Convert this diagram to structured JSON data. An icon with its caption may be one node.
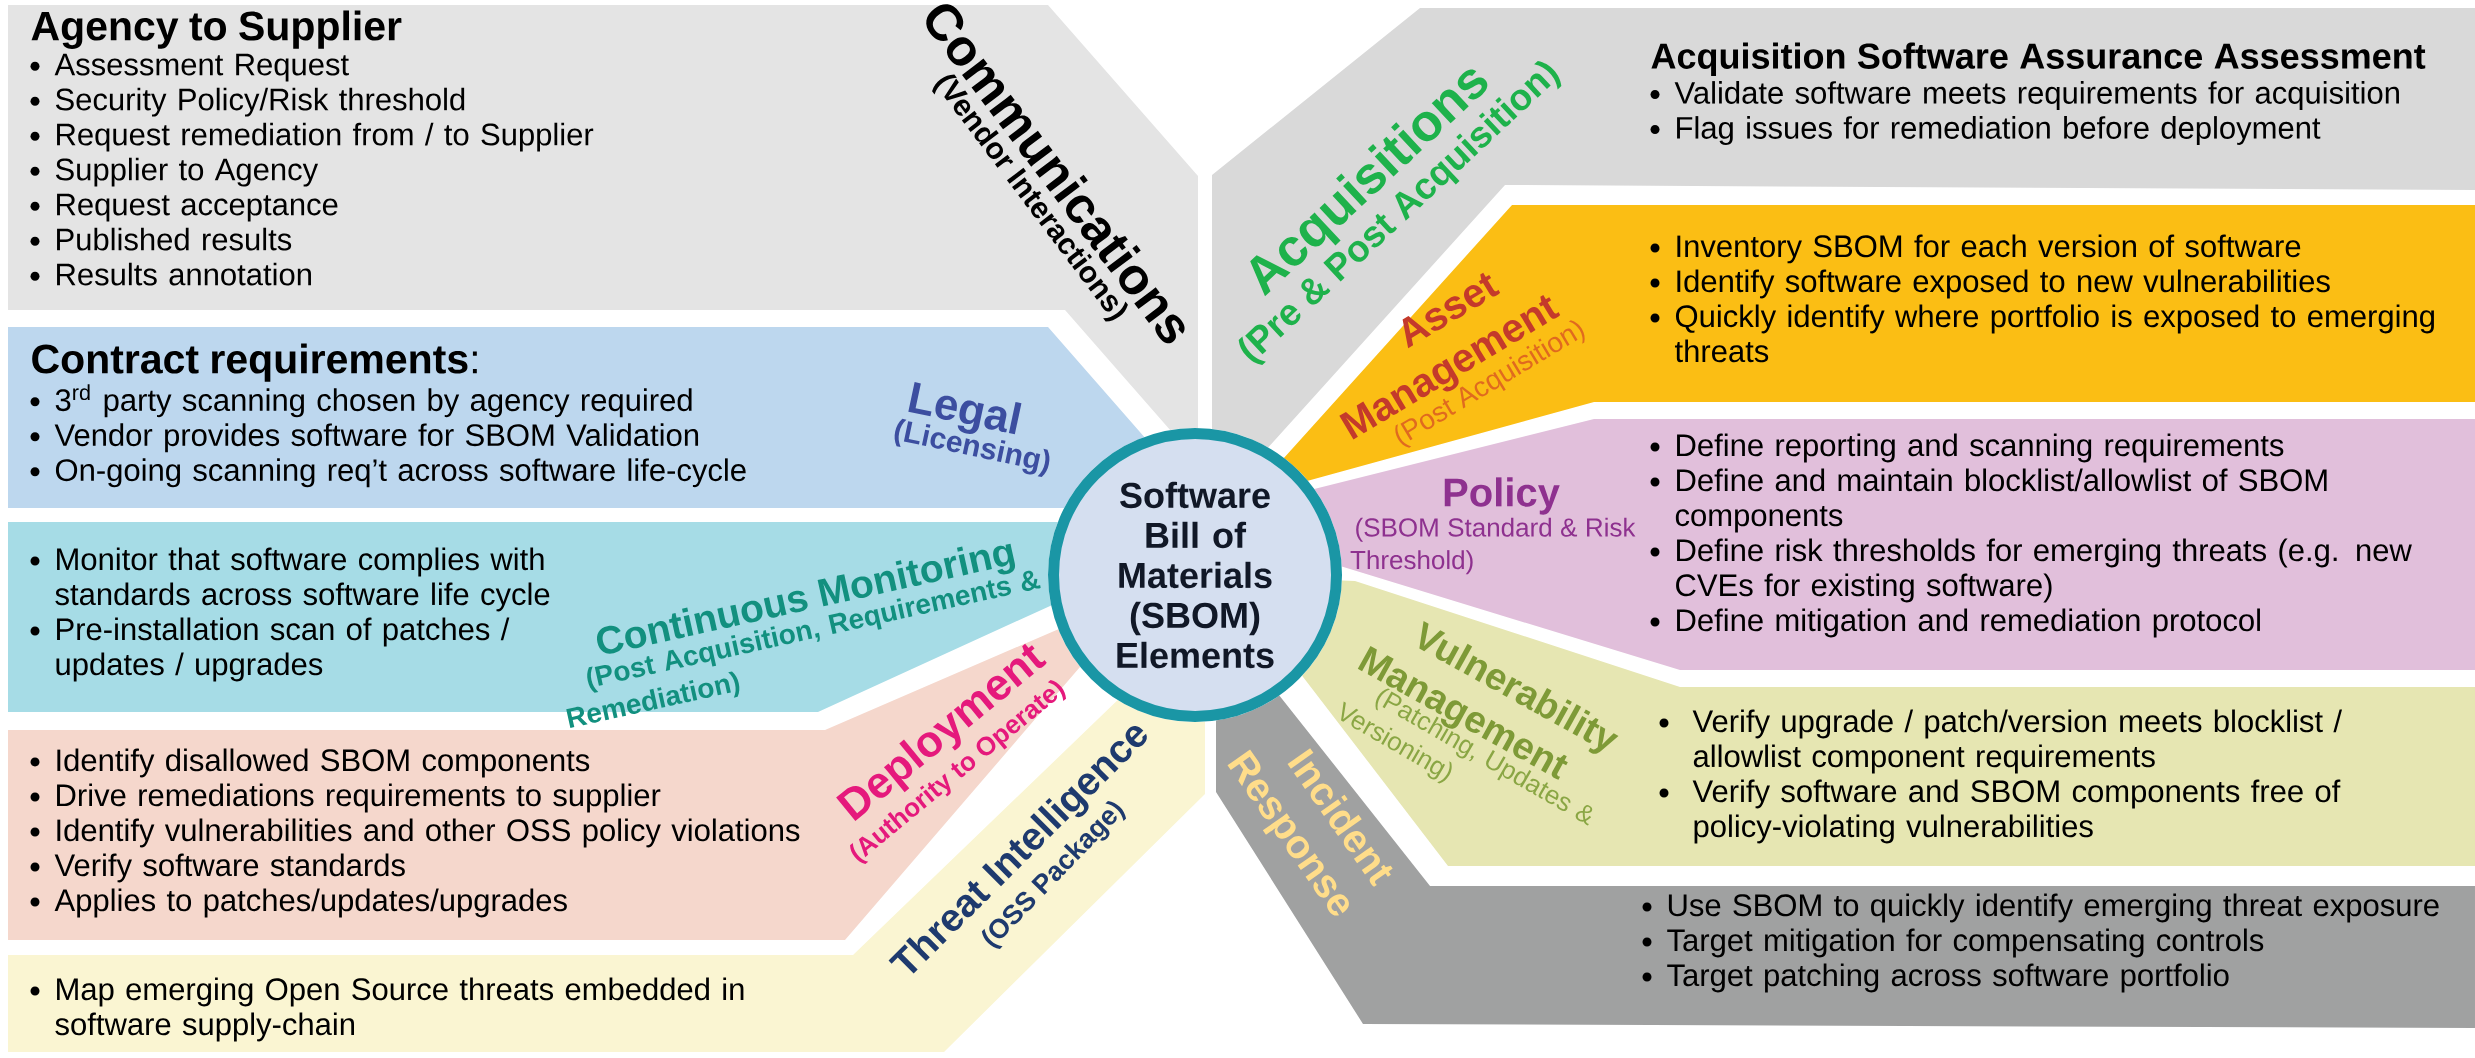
{
  "diagram": {
    "nodes": [
      {
        "text": [
          "Software Bill of Materials (SBOM) Elements"
        ]
      },
      {
        "text": [
          "Communications",
          "(Vendor Interactions)",
          "Agency to Supplier",
          "Assessment Request",
          "Security Policy/Risk threshold",
          "Request remediation from / to Supplier",
          "Supplier to Agency",
          "Request acceptance",
          "Published results",
          "Results annotation"
        ]
      },
      {
        "text": [
          "Legal",
          "(Licensing)",
          "**Contract requirements**:",
          "3$^{rd}$ party scanning chosen by agency required",
          "Vendor provides software for SBOM Validation",
          "On-going scanning req’t across software life-cycle"
        ]
      },
      {
        "text": [
          "Continuous Monitoring",
          "(Post Acquisition, Requirements & Remediation)",
          "Monitor that software complies with standards across software life cycle",
          "Pre-installation scan of patches / updates / upgrades"
        ]
      },
      {
        "text": [
          "Deployment",
          "(Authority to Operate)",
          "Identify disallowed SBOM components",
          "Drive remediations requirements to supplier",
          "Identify vulnerabilities and other OSS policy violations",
          "Verify software standards",
          "Applies to patches/updates/upgrades"
        ]
      },
      {
        "text": [
          "Threat Intelligence",
          "(OSS Package)",
          "Map emerging Open Source threats embedded in software supply-chain"
        ]
      },
      {
        "text": [
          "Acquisitions",
          "(Pre & Post Acquisition)",
          "Acquisition Software Assurance Assessment",
          "Validate software meets requirements for acquisition",
          "Flag issues for remediation before deployment"
        ]
      },
      {
        "text": [
          "Asset Management",
          "(Post Acquisition)",
          "Inventory SBOM for each version of software",
          "Identify software exposed to new vulnerabilities",
          "Quickly identify where portfolio is exposed to emerging threats"
        ]
      },
      {
        "text": [
          "Policy",
          "(SBOM Standard & Risk Threshold)",
          "Define reporting and scanning requirements",
          "Define and maintain blocklist/allowlist of SBOM components",
          "Define risk thresholds for emerging threats (e.g. new CVEs for existing software)",
          "Define mitigation and remediation protocol"
        ]
      },
      {
        "text": [
          "Vulnerability Management",
          "(Patching, Updates & Versioning)",
          "Verify upgrade / patch/version meets blocklist / allowlist component requirements",
          "Verify software and SBOM components free of policy-violating vulnerabilities"
        ]
      },
      {
        "text": [
          "Incident Response",
          "Use SBOM to quickly identify emerging threat exposure",
          "Target mitigation for compensating controls",
          "Target patching across software portfolio"
        ]
      }
    ]
  }
}
